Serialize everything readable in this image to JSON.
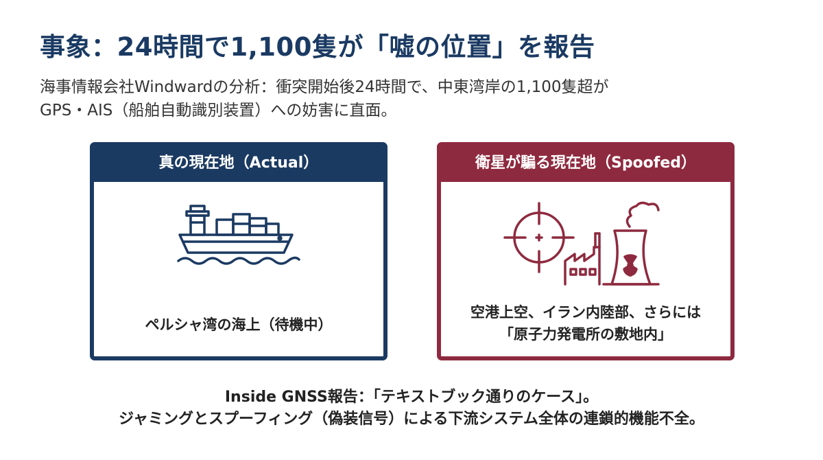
{
  "title": "事象：24時間で1,100隻が「嘘の位置」を報告",
  "description": {
    "line1": "海事情報会社Windwardの分析：衝突開始後24時間で、中東湾岸の1,100隻超が",
    "line2": "GPS・AIS（船舶自動識別装置）への妨害に直面。"
  },
  "panels": {
    "actual": {
      "header": "真の現在地（Actual）",
      "icon": "container-ship-icon",
      "caption_lines": [
        "ペルシャ湾の海上（待機中）"
      ]
    },
    "spoofed": {
      "header": "衛星が騙る現在地（Spoofed）",
      "icon": "crosshair-and-nuclear-plant-icon",
      "caption_lines": [
        "空港上空、イラン内陸部、さらには",
        "「原子力発電所の敷地内」"
      ]
    }
  },
  "footer": {
    "line1": "Inside GNSS報告：「テキストブック通りのケース」。",
    "line2": "ジャミングとスプーフィング（偽装信号）による下流システム全体の連鎖的機能不全。"
  },
  "colors": {
    "title": "#1a3a63",
    "actual_accent": "#1b3a62",
    "spoofed_accent": "#8e2a3f"
  }
}
